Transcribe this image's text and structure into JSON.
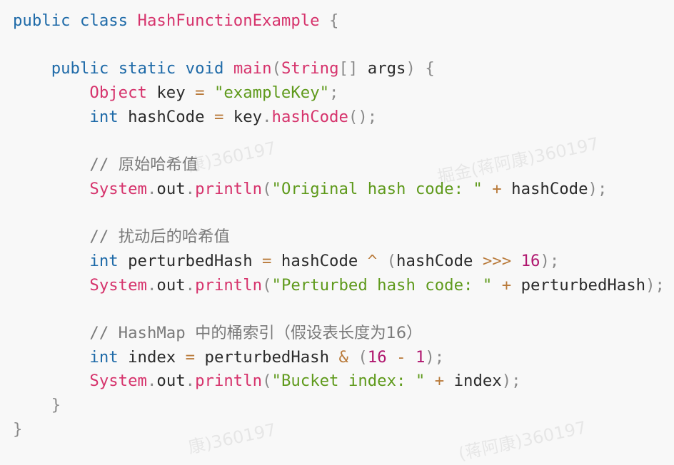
{
  "code": {
    "lines": [
      [
        {
          "t": "public",
          "c": "kw"
        },
        {
          "t": " ",
          "c": "plain"
        },
        {
          "t": "class",
          "c": "kw"
        },
        {
          "t": " ",
          "c": "plain"
        },
        {
          "t": "HashFunctionExample",
          "c": "cls"
        },
        {
          "t": " ",
          "c": "plain"
        },
        {
          "t": "{",
          "c": "punc"
        }
      ],
      [],
      [
        {
          "t": "    ",
          "c": "plain"
        },
        {
          "t": "public",
          "c": "kw"
        },
        {
          "t": " ",
          "c": "plain"
        },
        {
          "t": "static",
          "c": "kw"
        },
        {
          "t": " ",
          "c": "plain"
        },
        {
          "t": "void",
          "c": "kw"
        },
        {
          "t": " ",
          "c": "plain"
        },
        {
          "t": "main",
          "c": "fn"
        },
        {
          "t": "(",
          "c": "punc"
        },
        {
          "t": "String",
          "c": "type"
        },
        {
          "t": "[]",
          "c": "punc"
        },
        {
          "t": " args",
          "c": "plain"
        },
        {
          "t": ")",
          "c": "punc"
        },
        {
          "t": " ",
          "c": "plain"
        },
        {
          "t": "{",
          "c": "punc"
        }
      ],
      [
        {
          "t": "        ",
          "c": "plain"
        },
        {
          "t": "Object",
          "c": "type"
        },
        {
          "t": " key ",
          "c": "plain"
        },
        {
          "t": "=",
          "c": "op"
        },
        {
          "t": " ",
          "c": "plain"
        },
        {
          "t": "\"exampleKey\"",
          "c": "str"
        },
        {
          "t": ";",
          "c": "punc"
        }
      ],
      [
        {
          "t": "        ",
          "c": "plain"
        },
        {
          "t": "int",
          "c": "kw"
        },
        {
          "t": " hashCode ",
          "c": "plain"
        },
        {
          "t": "=",
          "c": "op"
        },
        {
          "t": " key",
          "c": "plain"
        },
        {
          "t": ".",
          "c": "punc"
        },
        {
          "t": "hashCode",
          "c": "fn"
        },
        {
          "t": "();",
          "c": "punc"
        }
      ],
      [],
      [
        {
          "t": "        ",
          "c": "plain"
        },
        {
          "t": "// ",
          "c": "cmt"
        },
        {
          "t": "原始哈希值",
          "c": "cmt cmt-cjk"
        }
      ],
      [
        {
          "t": "        ",
          "c": "plain"
        },
        {
          "t": "System",
          "c": "type"
        },
        {
          "t": ".",
          "c": "punc"
        },
        {
          "t": "out",
          "c": "plain"
        },
        {
          "t": ".",
          "c": "punc"
        },
        {
          "t": "println",
          "c": "fn"
        },
        {
          "t": "(",
          "c": "punc"
        },
        {
          "t": "\"Original hash code: \"",
          "c": "str"
        },
        {
          "t": " ",
          "c": "plain"
        },
        {
          "t": "+",
          "c": "op"
        },
        {
          "t": " hashCode",
          "c": "plain"
        },
        {
          "t": ");",
          "c": "punc"
        }
      ],
      [],
      [
        {
          "t": "        ",
          "c": "plain"
        },
        {
          "t": "// ",
          "c": "cmt"
        },
        {
          "t": "扰动后的哈希值",
          "c": "cmt cmt-cjk"
        }
      ],
      [
        {
          "t": "        ",
          "c": "plain"
        },
        {
          "t": "int",
          "c": "kw"
        },
        {
          "t": " perturbedHash ",
          "c": "plain"
        },
        {
          "t": "=",
          "c": "op"
        },
        {
          "t": " hashCode ",
          "c": "plain"
        },
        {
          "t": "^",
          "c": "op"
        },
        {
          "t": " ",
          "c": "plain"
        },
        {
          "t": "(",
          "c": "punc"
        },
        {
          "t": "hashCode ",
          "c": "plain"
        },
        {
          "t": ">>>",
          "c": "op"
        },
        {
          "t": " ",
          "c": "plain"
        },
        {
          "t": "16",
          "c": "num"
        },
        {
          "t": ");",
          "c": "punc"
        }
      ],
      [
        {
          "t": "        ",
          "c": "plain"
        },
        {
          "t": "System",
          "c": "type"
        },
        {
          "t": ".",
          "c": "punc"
        },
        {
          "t": "out",
          "c": "plain"
        },
        {
          "t": ".",
          "c": "punc"
        },
        {
          "t": "println",
          "c": "fn"
        },
        {
          "t": "(",
          "c": "punc"
        },
        {
          "t": "\"Perturbed hash code: \"",
          "c": "str"
        },
        {
          "t": " ",
          "c": "plain"
        },
        {
          "t": "+",
          "c": "op"
        },
        {
          "t": " perturbedHash",
          "c": "plain"
        },
        {
          "t": ");",
          "c": "punc"
        }
      ],
      [],
      [
        {
          "t": "        ",
          "c": "plain"
        },
        {
          "t": "// HashMap ",
          "c": "cmt"
        },
        {
          "t": "中的桶索引（假设表长度为16）",
          "c": "cmt cmt-cjk"
        }
      ],
      [
        {
          "t": "        ",
          "c": "plain"
        },
        {
          "t": "int",
          "c": "kw"
        },
        {
          "t": " index ",
          "c": "plain"
        },
        {
          "t": "=",
          "c": "op"
        },
        {
          "t": " perturbedHash ",
          "c": "plain"
        },
        {
          "t": "&",
          "c": "op"
        },
        {
          "t": " ",
          "c": "plain"
        },
        {
          "t": "(",
          "c": "punc"
        },
        {
          "t": "16",
          "c": "num"
        },
        {
          "t": " ",
          "c": "plain"
        },
        {
          "t": "-",
          "c": "op"
        },
        {
          "t": " ",
          "c": "plain"
        },
        {
          "t": "1",
          "c": "num"
        },
        {
          "t": ");",
          "c": "punc"
        }
      ],
      [
        {
          "t": "        ",
          "c": "plain"
        },
        {
          "t": "System",
          "c": "type"
        },
        {
          "t": ".",
          "c": "punc"
        },
        {
          "t": "out",
          "c": "plain"
        },
        {
          "t": ".",
          "c": "punc"
        },
        {
          "t": "println",
          "c": "fn"
        },
        {
          "t": "(",
          "c": "punc"
        },
        {
          "t": "\"Bucket index: \"",
          "c": "str"
        },
        {
          "t": " ",
          "c": "plain"
        },
        {
          "t": "+",
          "c": "op"
        },
        {
          "t": " index",
          "c": "plain"
        },
        {
          "t": ");",
          "c": "punc"
        }
      ],
      [
        {
          "t": "    ",
          "c": "plain"
        },
        {
          "t": "}",
          "c": "punc"
        }
      ],
      [
        {
          "t": "}",
          "c": "punc"
        }
      ]
    ]
  },
  "watermarks": [
    {
      "text": "康)360197"
    },
    {
      "text": "掘金(蒋阿康)360197"
    },
    {
      "text": "康)360197"
    },
    {
      "text": "(蒋阿康)360197"
    }
  ]
}
